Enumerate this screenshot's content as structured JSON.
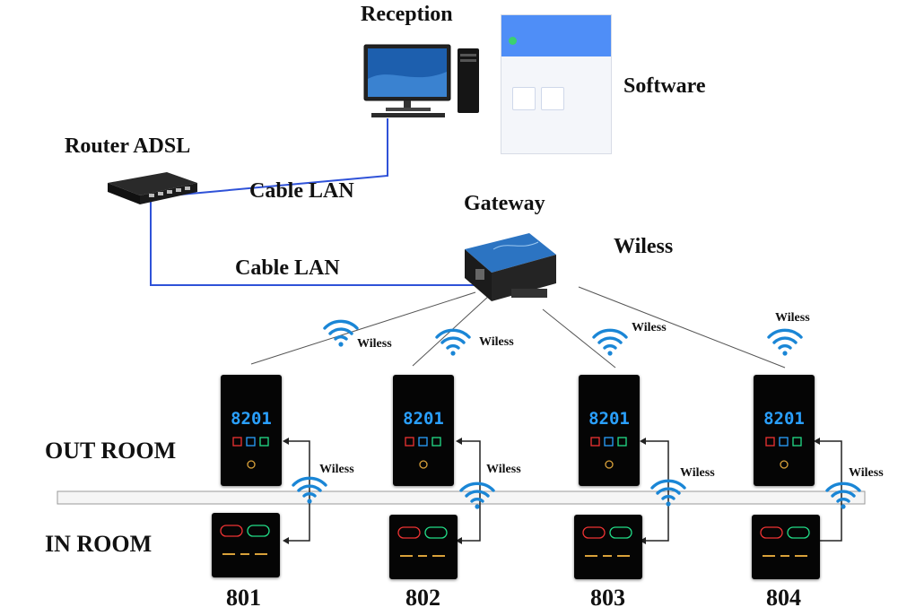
{
  "labels": {
    "reception": "Reception",
    "software": "Software",
    "router": "Router ADSL",
    "cable_lan_1": "Cable LAN",
    "cable_lan_2": "Cable LAN",
    "gateway": "Gateway",
    "wiless_main": "Wiless",
    "out_room": "OUT ROOM",
    "in_room": "IN ROOM",
    "wireless_small": "Wiless"
  },
  "rooms": [
    {
      "id": "801",
      "panel_code": "8201"
    },
    {
      "id": "802",
      "panel_code": "8201"
    },
    {
      "id": "803",
      "panel_code": "8201"
    },
    {
      "id": "804",
      "panel_code": "8201"
    }
  ],
  "colors": {
    "cable": "#2f52d8",
    "wifi": "#1a86d6",
    "panel_digits": "#2aa0ff",
    "app_header": "#4f8ef7"
  },
  "icons": [
    "desktop-computer-icon",
    "router-icon",
    "gateway-device-icon",
    "wifi-icon",
    "phone-app-icon"
  ]
}
